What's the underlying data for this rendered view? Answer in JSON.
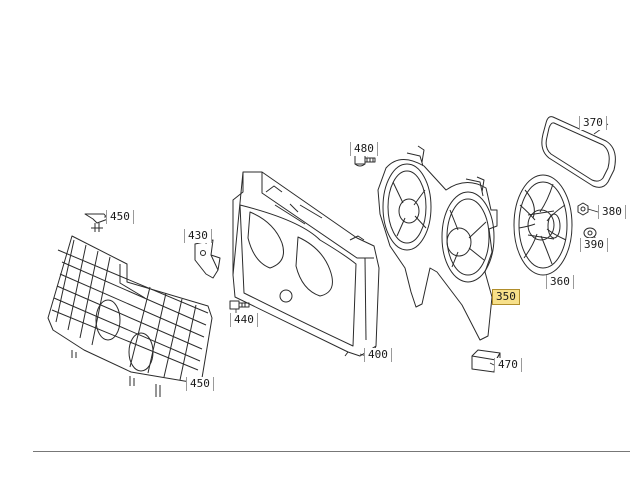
{
  "colors": {
    "line": "#2b2b2b",
    "highlight": "#f7e08a",
    "background": "#ffffff"
  },
  "callouts": {
    "p370": "370",
    "p380": "380",
    "p390": "390",
    "p360": "360",
    "p350": "350",
    "p470": "470",
    "p480": "480",
    "p400": "400",
    "p430": "430",
    "p440": "440",
    "p450a": "450",
    "p450b": "450"
  }
}
